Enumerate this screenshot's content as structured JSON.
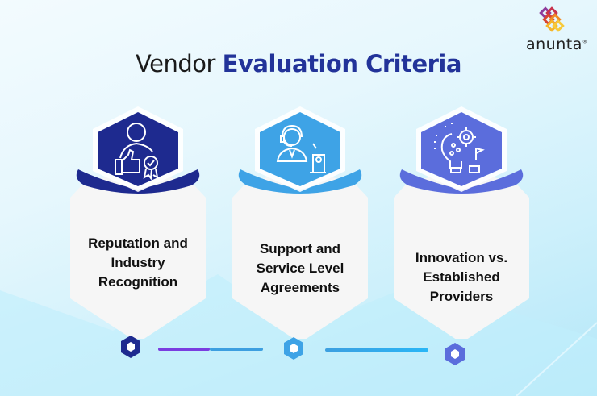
{
  "brand": {
    "name": "anunta",
    "trademark": "®"
  },
  "title": {
    "prefix": "Vendor",
    "highlight": "Evaluation Criteria"
  },
  "colors": {
    "dark_navy": "#1e2a8f",
    "sky_blue": "#3ea3e6",
    "periwinkle": "#5b6ddc",
    "card_white": "#f7f7f7",
    "title_blue": "#223399",
    "connector_purple": "#7a3de0",
    "connector_blue": "#3d9fe0"
  },
  "cards": [
    {
      "label_lines": [
        "Reputation and",
        "Industry",
        "Recognition"
      ],
      "icon": "thumbs-up-award-icon",
      "color": "#1e2a8f"
    },
    {
      "label_lines": [
        "Support and",
        "Service Level",
        "Agreements"
      ],
      "icon": "customer-support-headset-icon",
      "color": "#3ea3e6"
    },
    {
      "label_lines": [
        "Innovation vs.",
        "Established",
        "Providers"
      ],
      "icon": "lightbulb-gear-icon",
      "color": "#5b6ddc"
    }
  ]
}
